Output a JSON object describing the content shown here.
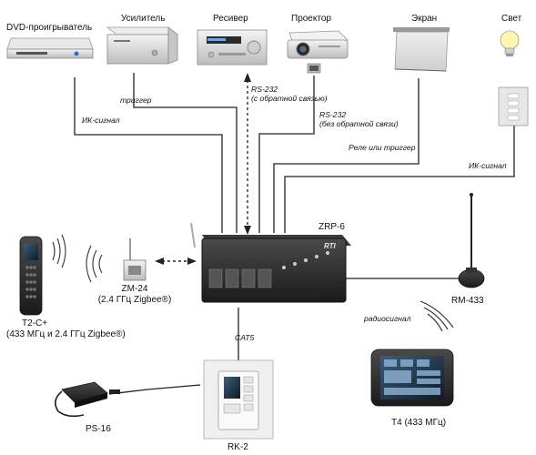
{
  "devices": {
    "dvd": "DVD-проигрыватель",
    "amp": "Усилитель",
    "receiver": "Ресивер",
    "projector": "Проектор",
    "screen": "Экран",
    "light": "Свет",
    "controller": "ZRP-6",
    "zm24_name": "ZM-24",
    "zm24_spec": "(2.4 ГГц Zigbee®)",
    "remote_name": "T2-C+",
    "remote_spec": "(433 МГц и 2.4 ГГц Zigbee®)",
    "rm433": "RM-433",
    "ps16": "PS-16",
    "rk2": "RK-2",
    "t4": "T4 (433 МГц)"
  },
  "connections": {
    "ir_dvd": "ИК-сигнал",
    "trigger_amp": "триггер",
    "rs232_fb_line1": "RS-232",
    "rs232_fb_line2": "(с обратной связью)",
    "rs232_nofb_line1": "RS-232",
    "rs232_nofb_line2": "(без обратной связи)",
    "relay": "Реле или триггер",
    "ir_light": "ИК-сигнал",
    "cat5": "CAT5",
    "radio": "радиосигнал"
  },
  "controller_logo": "RTI",
  "colors": {
    "background": "#ffffff",
    "wire": "#222222",
    "controller_body": "#2b2b2b",
    "device_silver": "#d9d9d9",
    "screen_glass": "#1c2a3a",
    "bulb": "#fff7b0"
  }
}
